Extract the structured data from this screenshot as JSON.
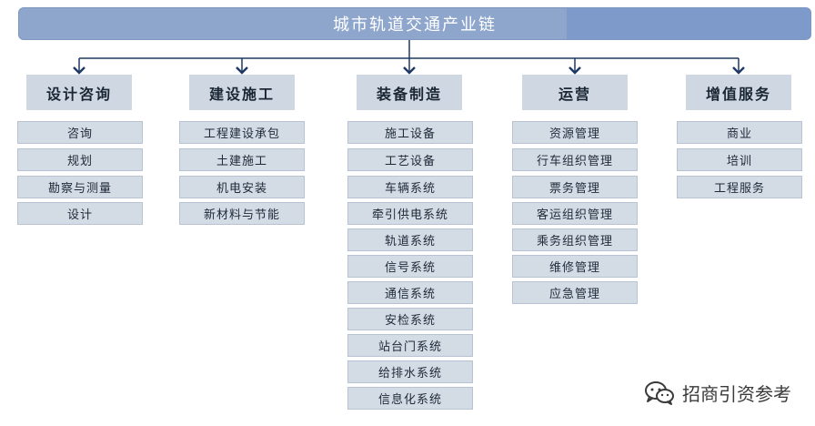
{
  "title": "城市轨道交通产业链",
  "colors": {
    "title_bg": "#8ea6cc",
    "category_bg": "#cfd7e2",
    "item_bg": "#d3dbe5",
    "connector": "#1f3864"
  },
  "categories": [
    {
      "label": "设计咨询",
      "items": [
        "咨询",
        "规划",
        "勘察与测量",
        "设计"
      ]
    },
    {
      "label": "建设施工",
      "items": [
        "工程建设承包",
        "土建施工",
        "机电安装",
        "新材料与节能"
      ]
    },
    {
      "label": "装备制造",
      "items": [
        "施工设备",
        "工艺设备",
        "车辆系统",
        "牵引供电系统",
        "轨道系统",
        "信号系统",
        "通信系统",
        "安检系统",
        "站台门系统",
        "给排水系统",
        "信息化系统"
      ]
    },
    {
      "label": "运营",
      "items": [
        "资源管理",
        "行车组织管理",
        "票务管理",
        "客运组织管理",
        "乘务组织管理",
        "维修管理",
        "应急管理"
      ]
    },
    {
      "label": "增值服务",
      "items": [
        "商业",
        "培训",
        "工程服务"
      ]
    }
  ],
  "watermark": {
    "icon": "wechat-icon",
    "text": "招商引资参考"
  }
}
